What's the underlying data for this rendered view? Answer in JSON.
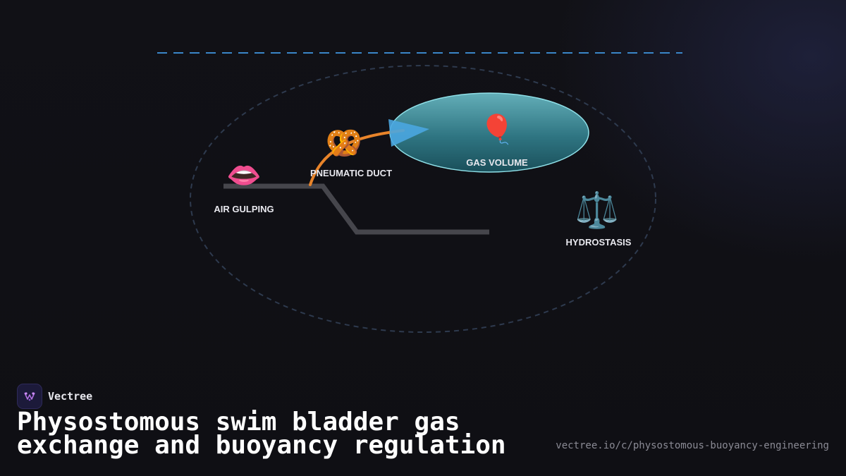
{
  "diagram": {
    "nodes": {
      "air_gulping": {
        "label": "AIR GULPING",
        "icon": "mouth-icon",
        "glyph": "👄"
      },
      "pneumatic_duct": {
        "label": "PNEUMATIC DUCT",
        "icon": "pretzel-icon",
        "glyph": "🥨"
      },
      "gas_volume": {
        "label": "GAS VOLUME",
        "icon": "balloon-icon",
        "glyph": "🎈"
      },
      "hydrostasis": {
        "label": "HYDROSTASIS",
        "icon": "balance-scale-icon",
        "glyph": "⚖️"
      }
    },
    "colors": {
      "duct_curve": "#e8842a",
      "arrow": "#4aa6e0",
      "bladder_fill_top": "#5aa8b4",
      "bladder_fill_bottom": "#1d5a66",
      "bladder_stroke": "#8fe0e8",
      "outline_dashed": "#2e3a4e",
      "top_dashed_line": "#3a86c8",
      "path_line": "#46464c"
    }
  },
  "footer": {
    "brand_name": "Vectree",
    "title": "Physostomous swim bladder gas exchange and buoyancy regulation",
    "url": "vectree.io/c/physostomous-buoyancy-engineering"
  }
}
